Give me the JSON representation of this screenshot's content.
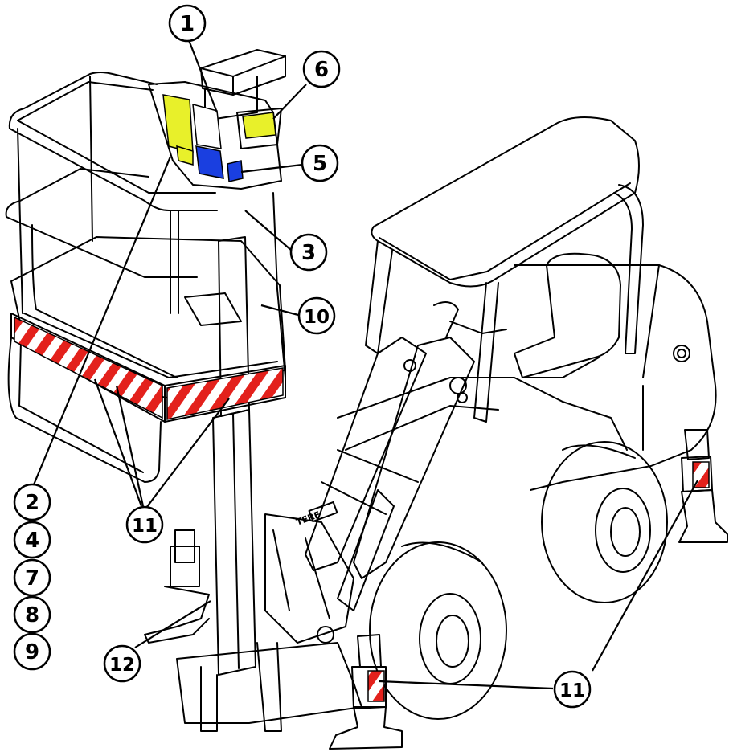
{
  "colors": {
    "line": "#000000",
    "background": "#ffffff",
    "decal_yellow": "#e8f02a",
    "decal_blue": "#1a3fe0",
    "reflector_red": "#e3211c"
  },
  "callouts": [
    {
      "id": "c1",
      "label": "1"
    },
    {
      "id": "c6",
      "label": "6"
    },
    {
      "id": "c5",
      "label": "5"
    },
    {
      "id": "c3",
      "label": "3"
    },
    {
      "id": "c10",
      "label": "10"
    },
    {
      "id": "c2",
      "label": "2"
    },
    {
      "id": "c4",
      "label": "4"
    },
    {
      "id": "c7",
      "label": "7"
    },
    {
      "id": "c8",
      "label": "8"
    },
    {
      "id": "c9",
      "label": "9"
    },
    {
      "id": "c11a",
      "label": "11"
    },
    {
      "id": "c12",
      "label": "12"
    },
    {
      "id": "c11b",
      "label": "11"
    }
  ],
  "decal_text": "TERE"
}
